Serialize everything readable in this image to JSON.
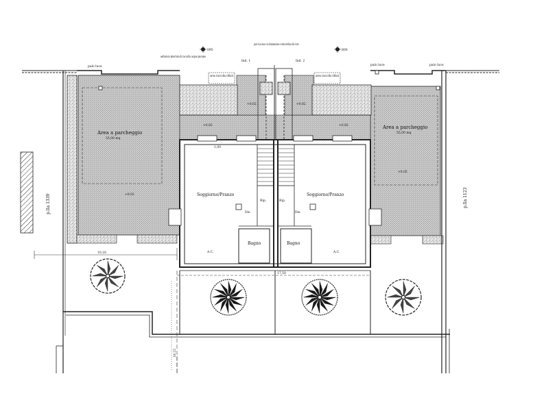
{
  "plan": {
    "parking_left": {
      "title": "Area a parcheggio",
      "area": "55,00 mq"
    },
    "parking_right": {
      "title": "Area a parcheggio",
      "area": "55,00 mq"
    },
    "rooms": {
      "living_left": "Soggiorno/Pranzo",
      "living_right": "Soggiorno/Pranzo",
      "storage_left": "Rip.",
      "storage_right": "Rip.",
      "dis_left": "Dis.",
      "dis_right": "Dis.",
      "bath_left": "Bagno",
      "bath_right": "Bagno",
      "ac_left": "A.C.",
      "ac_right": "A.C."
    },
    "entrances": {
      "left": "Ind. 1",
      "right": "Ind. 2"
    },
    "compass": {
      "left": "095",
      "right": "800"
    },
    "poles": [
      "palo luce",
      "palo luce",
      "palo luce"
    ],
    "notes": {
      "top_center": "palo di accesso con illuminazione e videocitofono del civico",
      "top_left": "serbatoio interrato di raccolta acque piovane",
      "waste_left": "area raccolta rifiuti",
      "waste_right": "area raccolta rifiuti"
    },
    "levels": {
      "park_left": "+0,02",
      "park_right": "+0,02",
      "front_left": "+0,02",
      "front_right": "+0,02",
      "court_left": "+0,02",
      "court_right": "+0,02"
    },
    "dims": {
      "left_front": "10,16",
      "bottom_vertical": "18,15",
      "house_width": "17,50",
      "house_side": "1,00"
    },
    "boundaries": {
      "left": "p.lla 1339",
      "right": "p.lla 1123"
    }
  }
}
